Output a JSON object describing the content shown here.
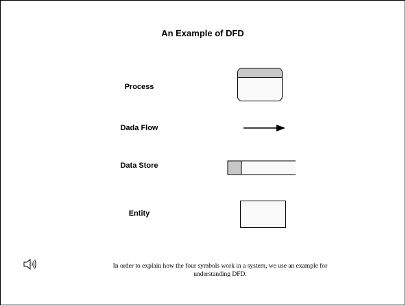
{
  "slide": {
    "title": "An Example of DFD",
    "symbols": [
      {
        "label": "Process",
        "shape": "rounded-rectangle-with-header"
      },
      {
        "label": "Dada Flow",
        "shape": "arrow"
      },
      {
        "label": "Data Store",
        "shape": "open-ended-rectangle"
      },
      {
        "label": "Entity",
        "shape": "rectangle"
      }
    ],
    "audio_icon": "speaker-icon",
    "caption_line1": "In order to explain how the four symbols work in a system, we use an example for",
    "caption_line2": "understanding DFD."
  },
  "colors": {
    "border": "#000000",
    "shape_fill": "#f9f9f9",
    "header_fill": "#c8c8c8"
  }
}
